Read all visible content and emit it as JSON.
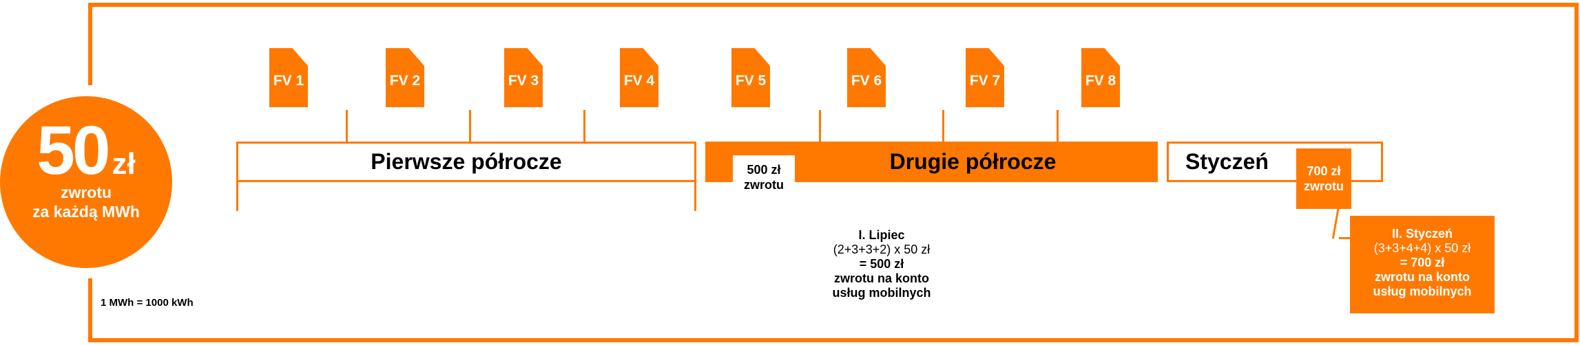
{
  "circle": {
    "number": "50",
    "unit": "zł",
    "line1": "zwrotu",
    "line2": "za każdą MWh"
  },
  "invoices": [
    "FV 1",
    "FV 2",
    "FV 3",
    "FV 4",
    "FV 5",
    "FV 6",
    "FV 7",
    "FV 8"
  ],
  "periods": {
    "first": "Pierwsze półrocze",
    "second": "Drugie półrocze",
    "january": "Styczeń"
  },
  "refund_500": {
    "line1": "500 zł",
    "line2": "zwrotu"
  },
  "refund_700": {
    "line1": "700 zł",
    "line2": "zwrotu"
  },
  "calc_july": {
    "title": "I. Lipiec",
    "formula": "(2+3+3+2) x 50 zł",
    "result": "= 500 zł",
    "line1": "zwrotu na konto",
    "line2": "usług mobilnych"
  },
  "calc_january": {
    "title": "II. Styczeń",
    "formula": "(3+3+4+4) x 50 zł",
    "result": "= 700 zł",
    "line1": "zwrotu na konto",
    "line2": "usług mobilnych"
  },
  "footnote": "1 MWh = 1000 kWh",
  "colors": {
    "accent": "#ff7900",
    "white": "#ffffff",
    "text": "#000000"
  }
}
